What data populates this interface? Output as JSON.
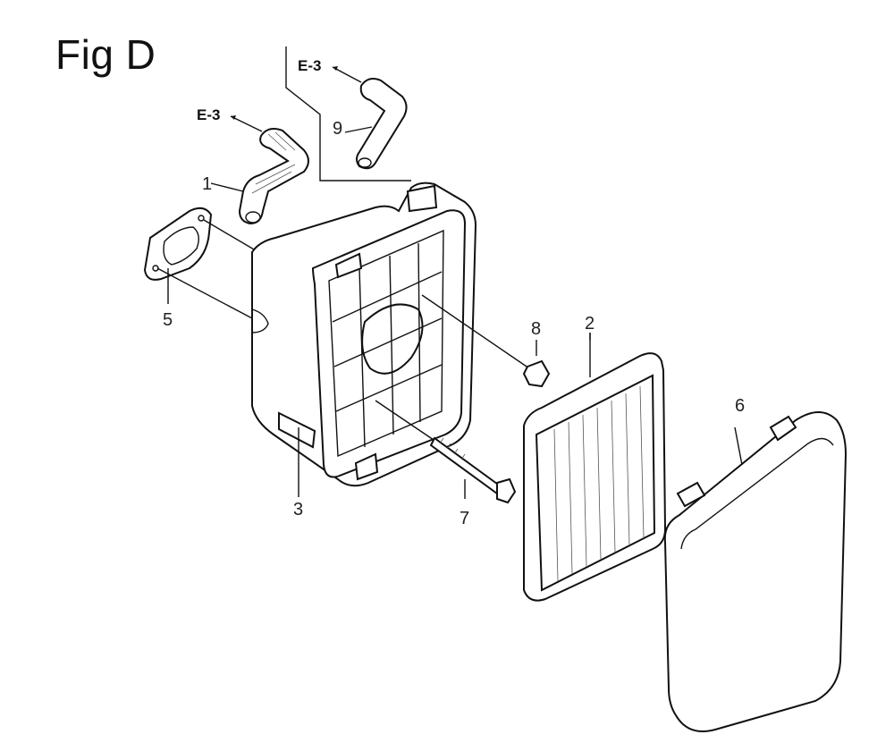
{
  "figure": {
    "title": "Fig D"
  },
  "references": [
    {
      "id": "ref-top",
      "text": "E-3"
    },
    {
      "id": "ref-left",
      "text": "E-3"
    }
  ],
  "callouts": [
    {
      "id": "c1",
      "number": "1",
      "part": "breather-tube"
    },
    {
      "id": "c2",
      "number": "2",
      "part": "air-filter-element"
    },
    {
      "id": "c3",
      "number": "3",
      "part": "air-cleaner-case"
    },
    {
      "id": "c5",
      "number": "5",
      "part": "gasket"
    },
    {
      "id": "c6",
      "number": "6",
      "part": "air-cleaner-cover"
    },
    {
      "id": "c7",
      "number": "7",
      "part": "long-bolt"
    },
    {
      "id": "c8",
      "number": "8",
      "part": "flange-bolt"
    },
    {
      "id": "c9",
      "number": "9",
      "part": "tube"
    }
  ]
}
